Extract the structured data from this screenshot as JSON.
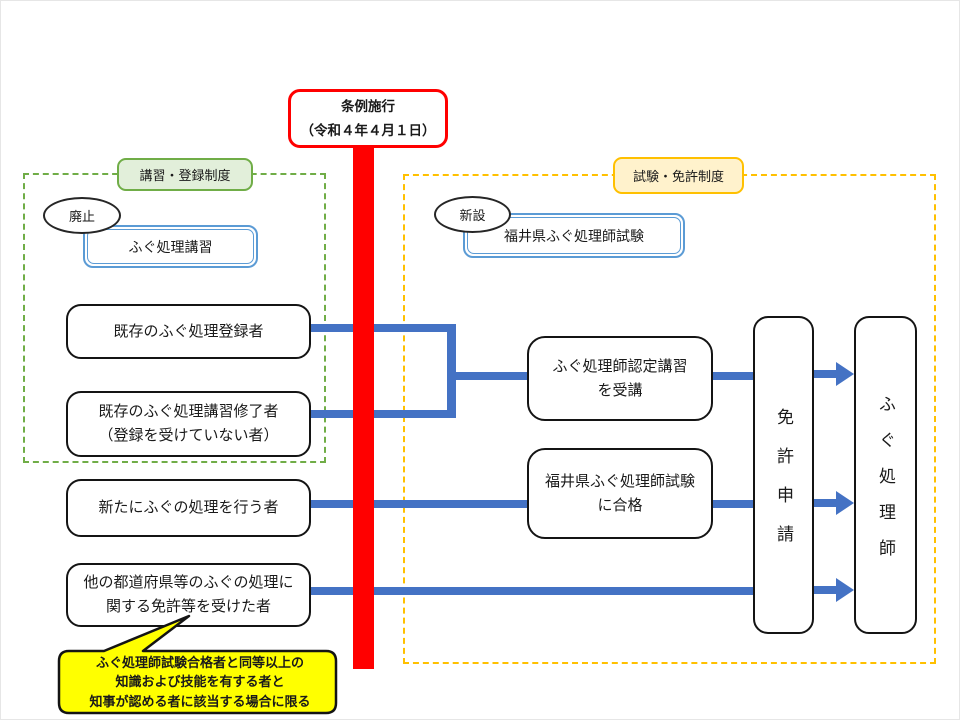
{
  "colors": {
    "enactment_red": "#ff0000",
    "connector_blue": "#4472c4",
    "program_box_blue": "#5b9bd5",
    "training_green": "#70ad47",
    "training_green_fill": "#e2efda",
    "exam_orange": "#ffc000",
    "exam_orange_fill": "#fff2cc",
    "note_yellow": "#ffff00"
  },
  "enactment": {
    "line1": "条例施行",
    "line2": "（令和４年４月１日）"
  },
  "training_section": {
    "label": "講習・登録制度",
    "badge": "廃止",
    "program": "ふぐ処理講習"
  },
  "exam_section": {
    "label": "試験・免許制度",
    "badge": "新設",
    "program": "福井県ふぐ処理師試験"
  },
  "source_boxes": [
    {
      "lines": [
        "既存のふぐ処理登録者"
      ]
    },
    {
      "lines": [
        "既存のふぐ処理講習修了者",
        "（登録を受けていない者）"
      ]
    },
    {
      "lines": [
        "新たにふぐの処理を行う者"
      ]
    },
    {
      "lines": [
        "他の都道府県等のふぐの処理に",
        "関する免許等を受けた者"
      ]
    }
  ],
  "process_boxes": [
    {
      "lines": [
        "ふぐ処理師認定講習",
        "を受講"
      ]
    },
    {
      "lines": [
        "福井県ふぐ処理師試験",
        "に合格"
      ]
    }
  ],
  "license_box": "免許申請",
  "result_box": "ふぐ処理師",
  "note": {
    "lines": [
      "ふぐ処理師試験合格者と同等以上の",
      "知識および技能を有する者と",
      "知事が認める者に該当する場合に限る"
    ]
  }
}
